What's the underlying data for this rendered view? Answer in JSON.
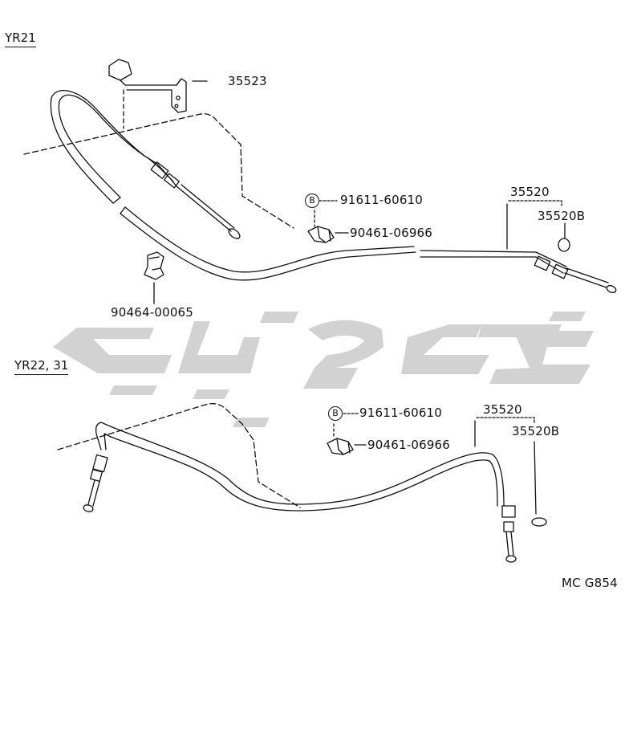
{
  "sections": {
    "yr21": "YR21",
    "yr22_31": "YR22, 31"
  },
  "parts": {
    "bracket": "35523",
    "bolt_top": "91611-60610",
    "clamp_top": "90461-06966",
    "cable_top": "35520",
    "ring_top": "35520B",
    "clip": "90464-00065",
    "bolt_bottom": "91611-60610",
    "clamp_bottom": "90461-06966",
    "cable_bottom": "35520",
    "ring_bottom": "35520B"
  },
  "markers": {
    "bolt_top": "B",
    "bolt_bottom": "B"
  },
  "figure_code": "MC G854",
  "colors": {
    "line": "#111111",
    "watermark": "#d2d2d2"
  }
}
